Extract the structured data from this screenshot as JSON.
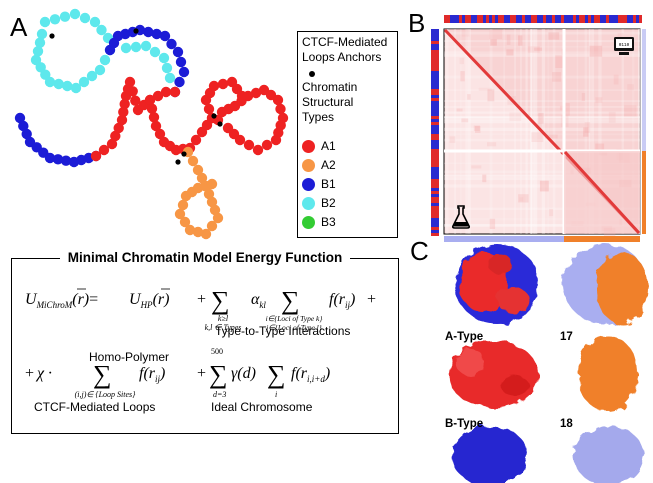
{
  "panels": {
    "a": "A",
    "b": "B",
    "c": "C"
  },
  "legend": {
    "anchors_title": "CTCF-Mediated Loops Anchors",
    "types_title": "Chromatin Structural Types",
    "types": [
      {
        "label": "A1",
        "color": "#ee2222"
      },
      {
        "label": "A2",
        "color": "#f79645"
      },
      {
        "label": "B1",
        "color": "#1c1cd6"
      },
      {
        "label": "B2",
        "color": "#5ee8ec"
      },
      {
        "label": "B3",
        "color": "#33cc33"
      }
    ]
  },
  "energy_box": {
    "title": "Minimal Chromatin Model Energy Function",
    "terms": {
      "homopolymer": "Homo-Polymer",
      "type_to_type": "Type-to-Type Interactions",
      "ctcf_loops": "CTCF-Mediated Loops",
      "ideal_chromosome": "Ideal Chromosome"
    }
  },
  "panel_c": {
    "a_type": "A-Type",
    "b_type": "B-Type",
    "chr17": "17",
    "chr18": "18"
  },
  "colors": {
    "a1": "#ee2222",
    "a2": "#f79645",
    "b1": "#1c1cd6",
    "b2": "#5ee8ec",
    "lavender": "#a9aef0",
    "orange": "#f0802a"
  }
}
